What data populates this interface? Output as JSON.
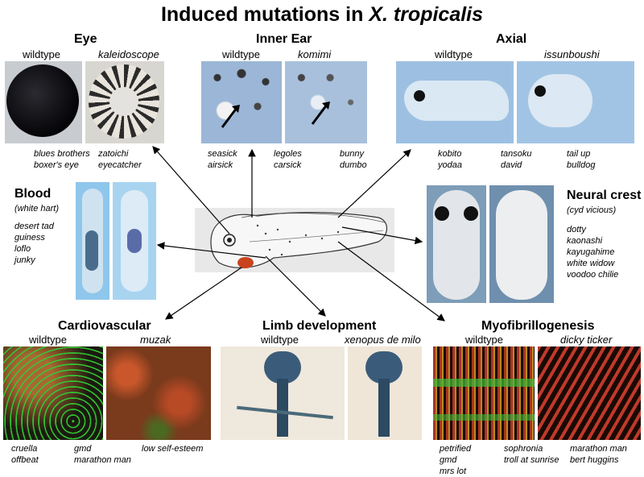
{
  "title": {
    "plain": "Induced mutations in ",
    "italic": "X. tropicalis"
  },
  "eye": {
    "heading": "Eye",
    "wt": "wildtype",
    "mut": "kaleidoscope",
    "list1": [
      "blues brothers",
      "boxer's eye"
    ],
    "list2": [
      "zatoichi",
      "eyecatcher"
    ]
  },
  "ear": {
    "heading": "Inner Ear",
    "wt": "wildtype",
    "mut": "komimi",
    "list1": [
      "seasick",
      "airsick"
    ],
    "list2": [
      "legoles",
      "carsick"
    ],
    "list3": [
      "bunny",
      "dumbo"
    ]
  },
  "axial": {
    "heading": "Axial",
    "wt": "wildtype",
    "mut": "issunboushi",
    "list1": [
      "kobito",
      "yodaa"
    ],
    "list2": [
      "tansoku",
      "david"
    ],
    "list3": [
      "tail up",
      "bulldog"
    ]
  },
  "blood": {
    "heading": "Blood",
    "sub": "(white hart)",
    "list": [
      "desert tad",
      "guiness",
      "loflo",
      "junky"
    ]
  },
  "neural": {
    "heading": "Neural crest",
    "sub": "(cyd vicious)",
    "list": [
      "dotty",
      "kaonashi",
      "kayugahime",
      "white widow",
      "voodoo chilie"
    ]
  },
  "cardio": {
    "heading": "Cardiovascular",
    "wt": "wildtype",
    "mut": "muzak",
    "list1": [
      "cruella",
      "offbeat"
    ],
    "list2": [
      "gmd",
      "marathon man"
    ],
    "list3": [
      "low self-esteem"
    ]
  },
  "limb": {
    "heading": "Limb development",
    "wt": "wildtype",
    "mut": "xenopus de milo"
  },
  "myo": {
    "heading": "Myofibrillogenesis",
    "wt": "wildtype",
    "mut": "dicky ticker",
    "list1": [
      "petrified",
      "gmd",
      "mrs lot"
    ],
    "list2": [
      "sophronia",
      "troll at sunrise"
    ],
    "list3": [
      "marathon man",
      "bert huggins"
    ]
  },
  "colors": {
    "heart": "#c8431e",
    "muscle_red": "#c0392b",
    "muscle_green": "#3cbf3c"
  }
}
